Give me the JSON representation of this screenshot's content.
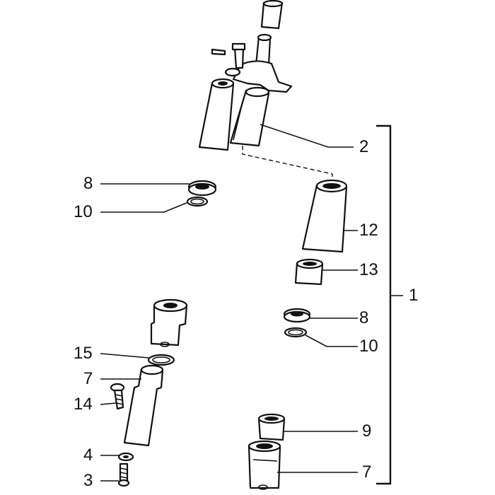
{
  "callouts": {
    "c1": "1",
    "c2": "2",
    "c3": "3",
    "c4": "4",
    "c7a": "7",
    "c7b": "7",
    "c8a": "8",
    "c8b": "8",
    "c9": "9",
    "c10a": "10",
    "c10b": "10",
    "c12": "12",
    "c13": "13",
    "c14": "14",
    "c15": "15"
  },
  "colors": {
    "line": "#111111",
    "background": "#ffffff"
  }
}
